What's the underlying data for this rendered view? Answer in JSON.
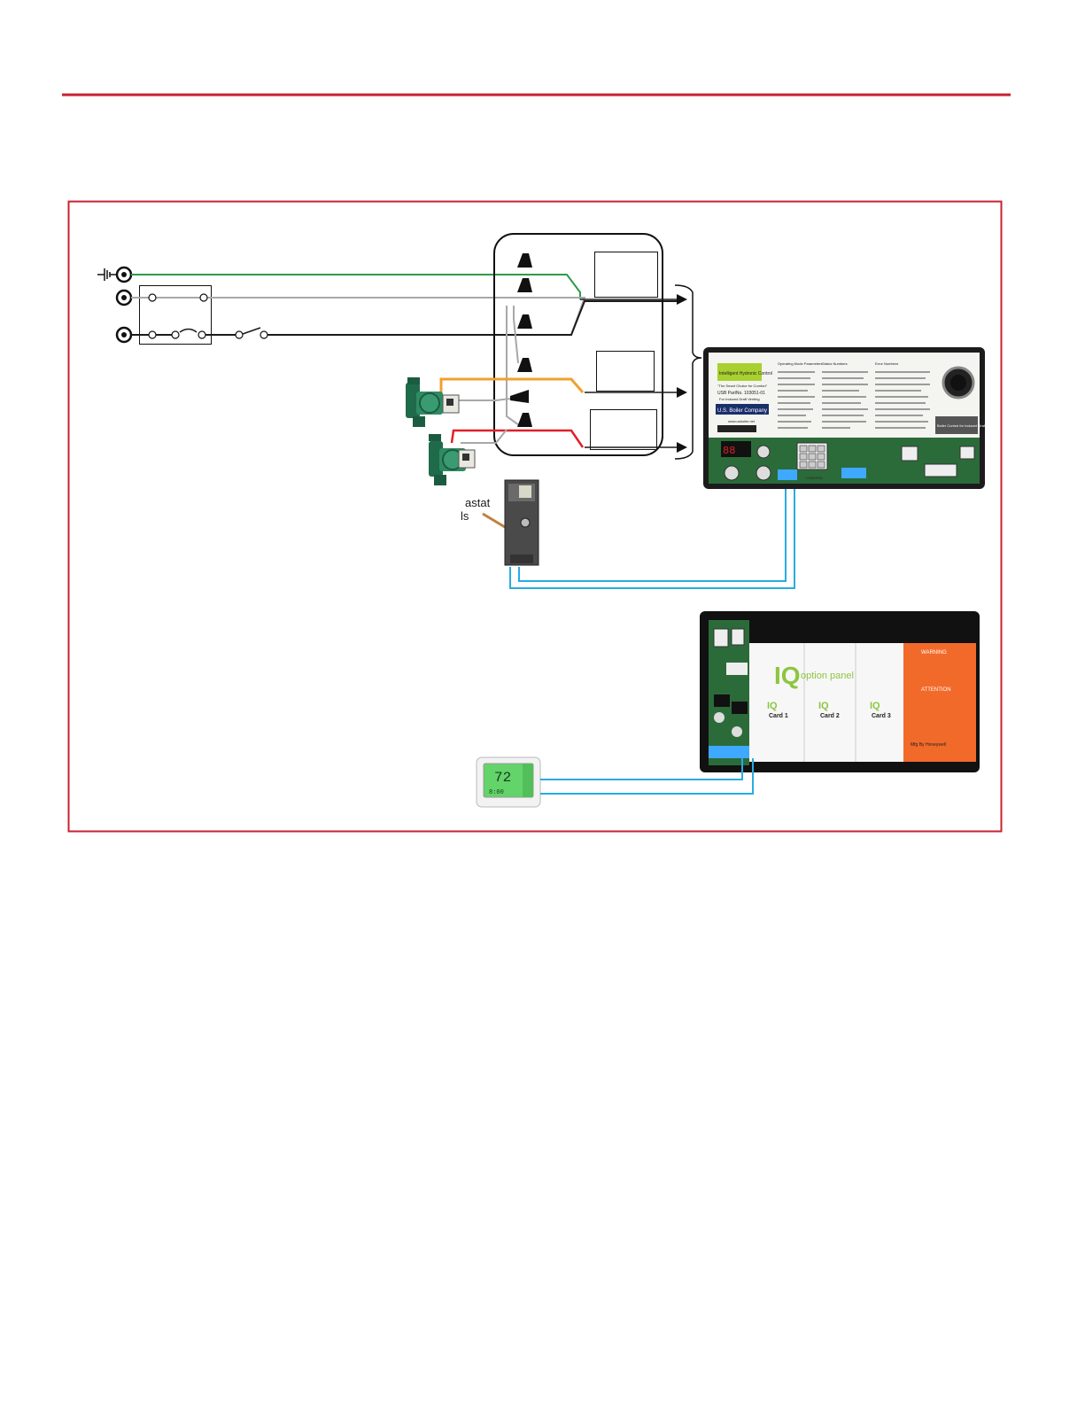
{
  "colors": {
    "header_rule": "#c8202f",
    "frame": "#c8202f",
    "ground_wire": "#2f9a48",
    "neutral_wire": "#a8a8a8",
    "hot_wire": "#1a1a1a",
    "pump1_wire": "#f0a030",
    "pump2_wire": "#e0202a",
    "signal_wire": "#29abe2"
  },
  "labels": {
    "aquastat_partial_1": "astat",
    "aquastat_partial_2": "ls",
    "thermostat_display": "72",
    "thermostat_time": "8:00"
  },
  "boiler_control": {
    "brand_title": "Intelligent Hydronic Control",
    "tagline": "\"The Smart Choice for Comfort\"",
    "part_label": "USB PartNo. 103051-01",
    "part_sub": "For Induced Draft Venting",
    "company": "U.S. Boiler Company",
    "website": "www.usboiler.net",
    "col1_header": "Operating Mode Parameters",
    "col2_header": "Status Numbers",
    "col3_header": "Error Numbers",
    "side_label": "Boiler Control for Induced Draft Venting",
    "terminal_label": "CONTROL"
  },
  "option_panel": {
    "logo_big": "IQ",
    "logo_small": "option panel",
    "cards": [
      "Card 1",
      "Card 2",
      "Card 3"
    ],
    "warning": "WARNING",
    "attention": "ATTENTION",
    "mfg": "Mfg By Honeywell"
  },
  "icons": [
    "ground-icon",
    "terminal-icon",
    "switch-icon",
    "circulator-pump-icon",
    "aquastat-icon",
    "thermostat-icon",
    "connector-icon"
  ]
}
